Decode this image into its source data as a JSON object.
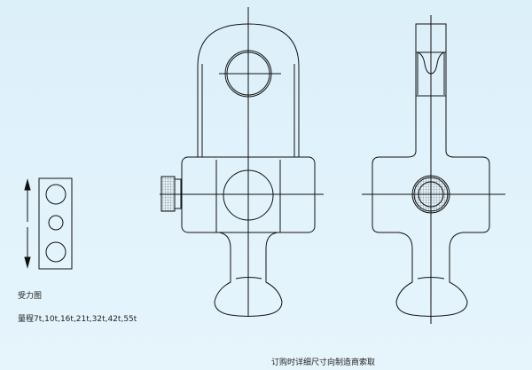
{
  "labels": {
    "force_diagram": "受力图",
    "capacity": "量程7t,10t,16t,21t,32t,42t,55t",
    "footer_note": "订购时详细尺寸向制造商索取"
  },
  "colors": {
    "background": "#e0f2fb",
    "line": "#111111"
  }
}
